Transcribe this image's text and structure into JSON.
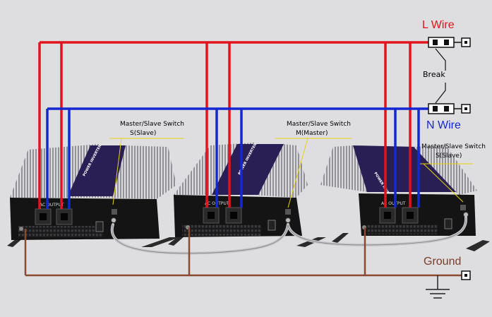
{
  "labels": {
    "l_wire": "L Wire",
    "n_wire": "N Wire",
    "break": "Break",
    "ground": "Ground"
  },
  "inverters": [
    {
      "switch_title": "Master/Slave Switch",
      "switch_mode": "S(Slave)",
      "panel_label": "AC OUTPUT"
    },
    {
      "switch_title": "Master/Slave Switch",
      "switch_mode": "M(Master)",
      "panel_label": "AC OUTPUT"
    },
    {
      "switch_title": "Master/Slave Switch",
      "switch_mode": "S(Slave)",
      "panel_label": "AC OUTPUT"
    }
  ],
  "colors": {
    "background": "#dedddf",
    "l_wire": "#e0141e",
    "n_wire": "#1428d2",
    "ground_wire": "#8a4a32",
    "l_label": "#e0141e",
    "n_label": "#1428d2",
    "ground_label": "#7a3e28",
    "leader_line": "#e6d40a",
    "inverter_body": "#9a9aa0",
    "inverter_panel": "#141414"
  },
  "icons": [
    "terminal-icon",
    "earth-ground-icon",
    "ac-socket-icon",
    "rs-connector-icon"
  ]
}
